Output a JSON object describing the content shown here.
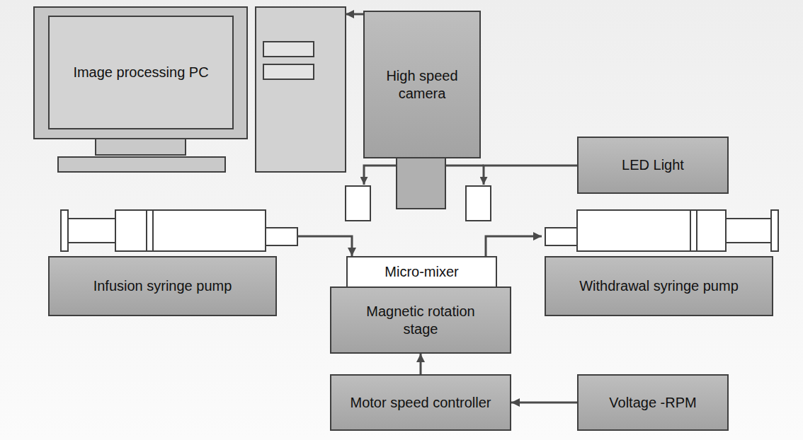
{
  "diagram": {
    "nodes": [
      {
        "text": [
          "Image processing PC"
        ]
      },
      {
        "text": [
          "High speed camera"
        ]
      },
      {
        "text": [
          "LED Light"
        ]
      },
      {
        "text": [
          "Infusion syringe pump"
        ]
      },
      {
        "text": [
          "Micro-mixer"
        ]
      },
      {
        "text": [
          "Magnetic rotation stage"
        ]
      },
      {
        "text": [
          "Withdrawal syringe pump"
        ]
      },
      {
        "text": [
          "Motor speed controller"
        ]
      },
      {
        "text": [
          "Voltage -RPM"
        ]
      }
    ],
    "edges": [
      {
        "from": 1,
        "to": 0,
        "arrow": "to"
      },
      {
        "from": 3,
        "to": 4,
        "arrow": "to"
      },
      {
        "from": 4,
        "to": 6,
        "arrow": "to"
      },
      {
        "from": 7,
        "to": 5,
        "arrow": "to"
      },
      {
        "from": 8,
        "to": 7,
        "arrow": "to"
      }
    ]
  }
}
